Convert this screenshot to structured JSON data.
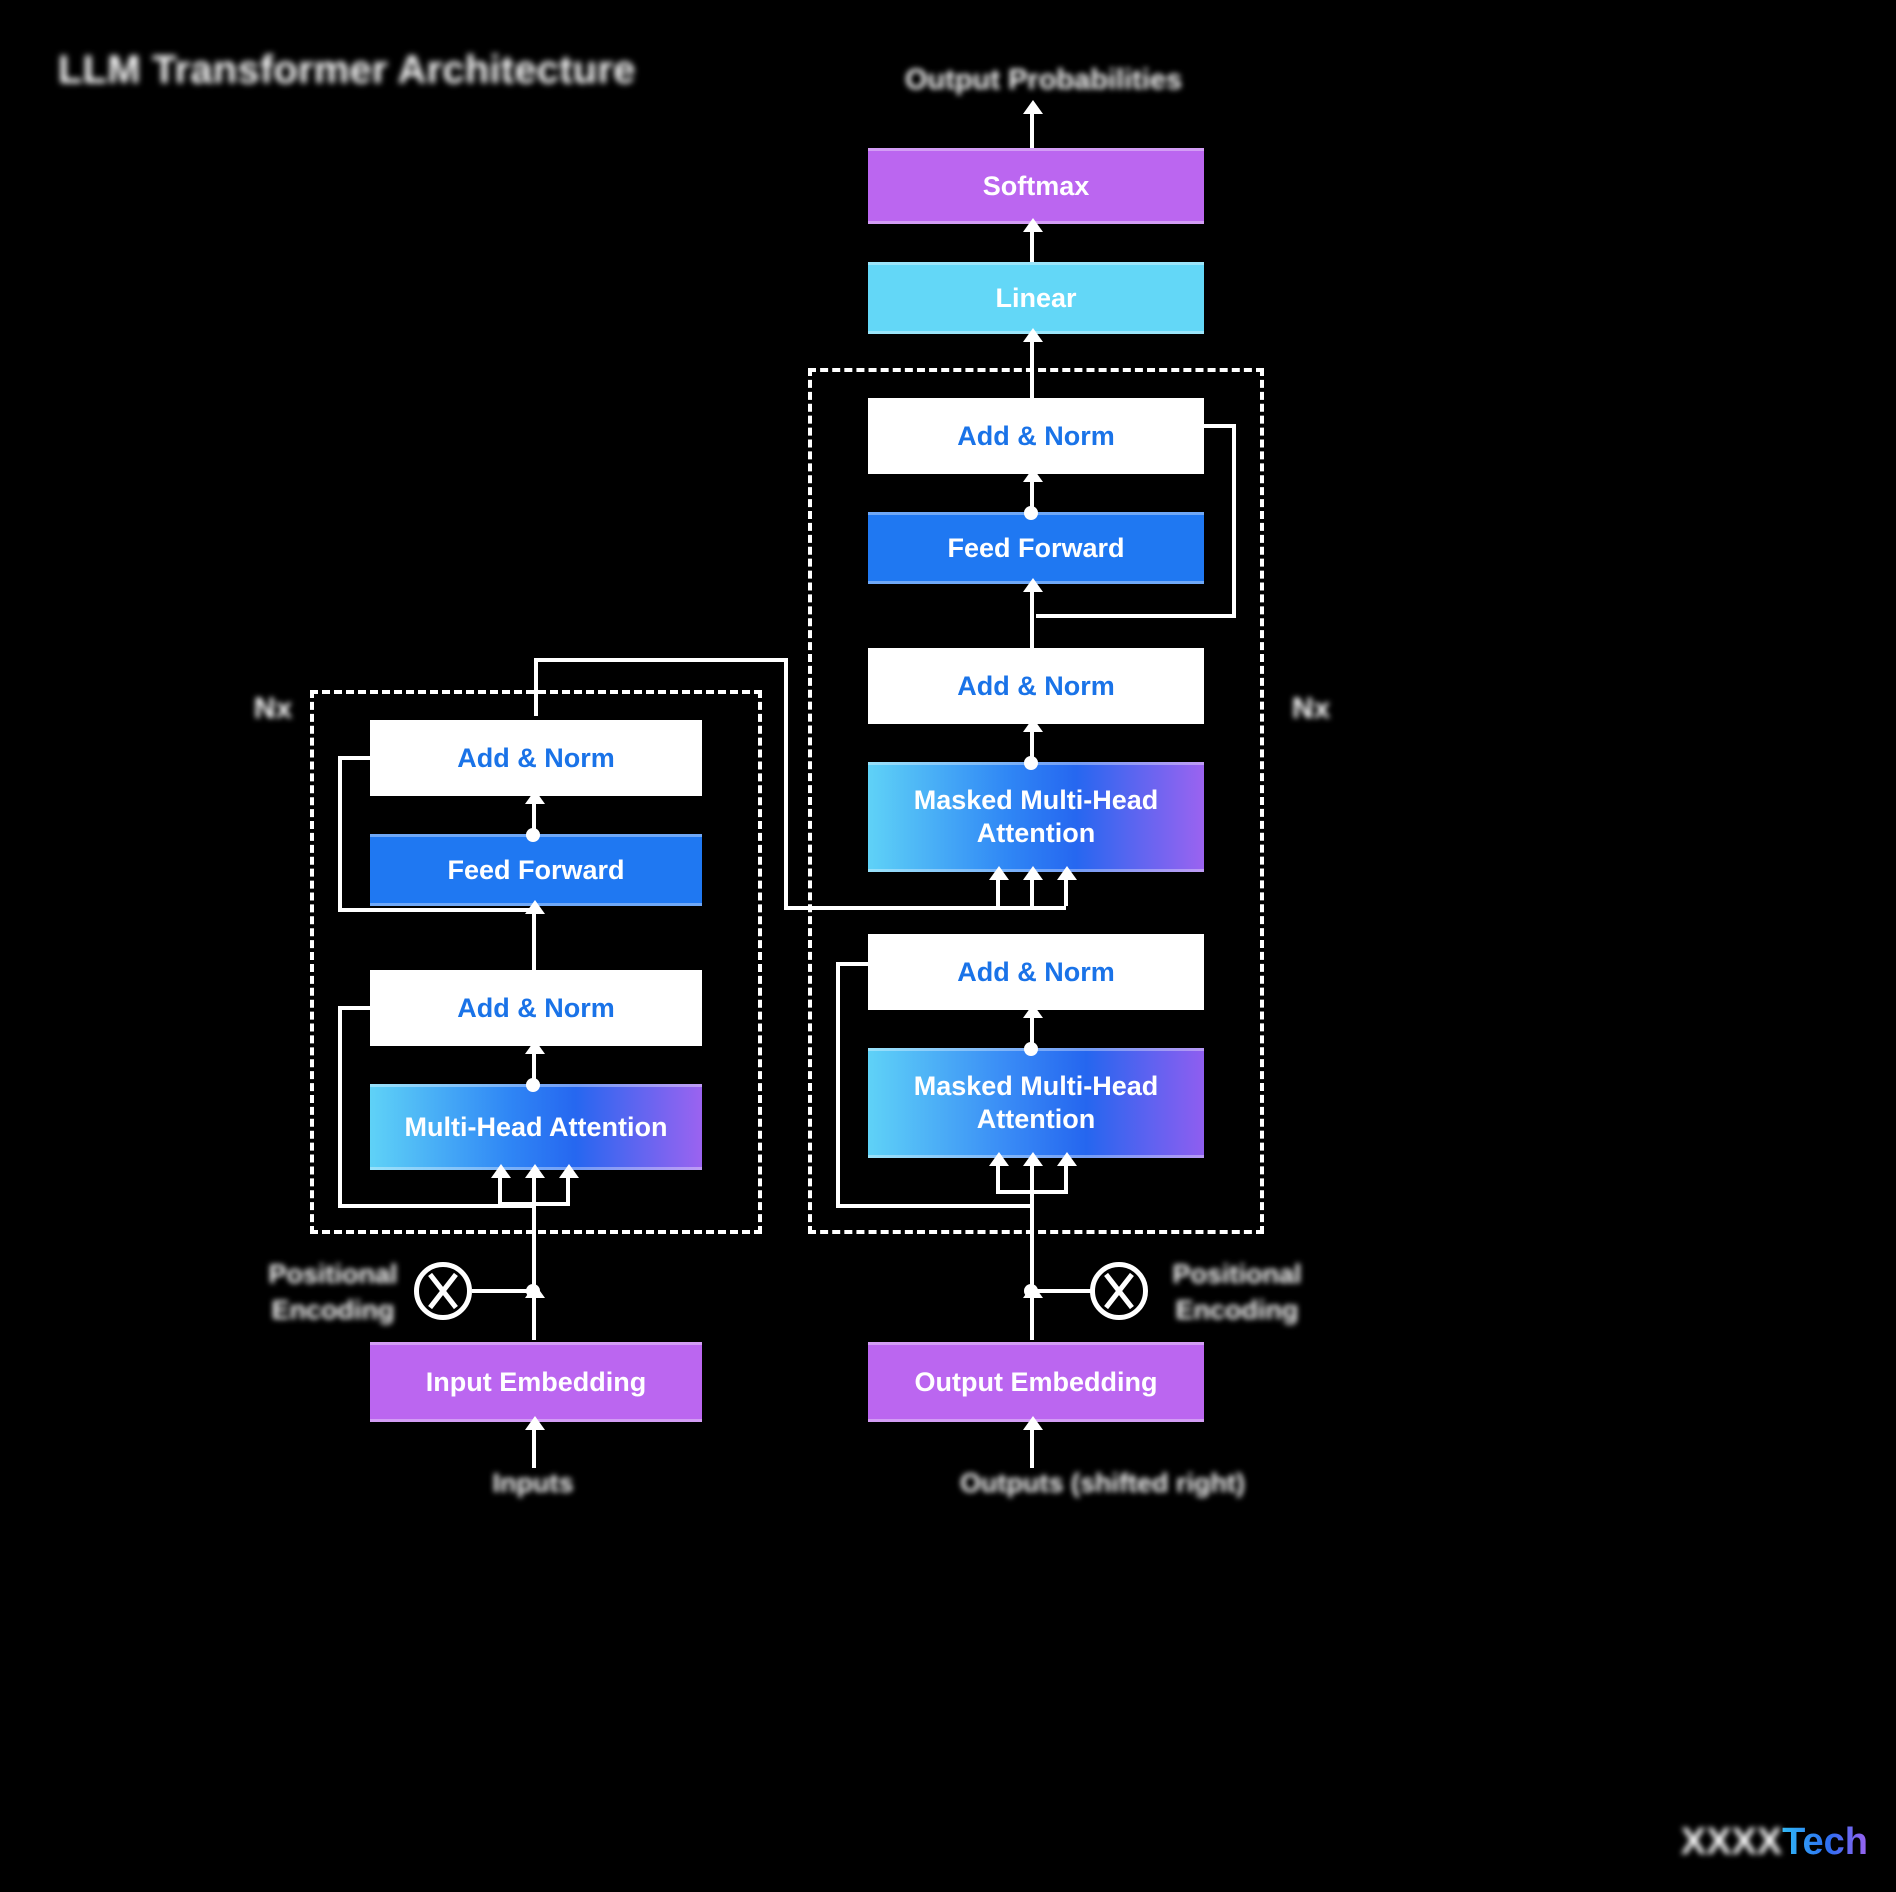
{
  "page": {
    "title": "LLM Transformer Architecture",
    "background_color": "#000000"
  },
  "labels": {
    "output_probabilities": "Output Probabilities",
    "encoder_stack_count": "Nx",
    "decoder_stack_count": "Nx",
    "positional_encoding_left": "Positional Encoding",
    "positional_encoding_right": "Positional Encoding",
    "inputs": "Inputs",
    "outputs": "Outputs (shifted right)"
  },
  "output_head": {
    "softmax": "Softmax",
    "linear": "Linear"
  },
  "encoder": {
    "add_norm_top": "Add & Norm",
    "feed_forward": "Feed Forward",
    "add_norm_bottom": "Add & Norm",
    "attention": "Multi-Head Attention",
    "embedding": "Input Embedding"
  },
  "decoder": {
    "add_norm_top": "Add & Norm",
    "feed_forward": "Feed Forward",
    "add_norm_mid": "Add & Norm",
    "cross_attention": "Masked Multi-Head Attention",
    "add_norm_bottom": "Add & Norm",
    "self_attention": "Masked Multi-Head Attention",
    "embedding": "Output Embedding"
  },
  "logo": {
    "brand": "XXXX",
    "suffix": "Tech"
  },
  "colors": {
    "purple": "#bb66f0",
    "cyan": "#63d7f7",
    "blue": "#1f78f2",
    "white_box": "#ffffff",
    "add_norm_text": "#1a73e8",
    "gradient_start": "#5fd2f7",
    "gradient_end": "#9b63f0",
    "connector": "#ffffff",
    "background": "#000000"
  }
}
